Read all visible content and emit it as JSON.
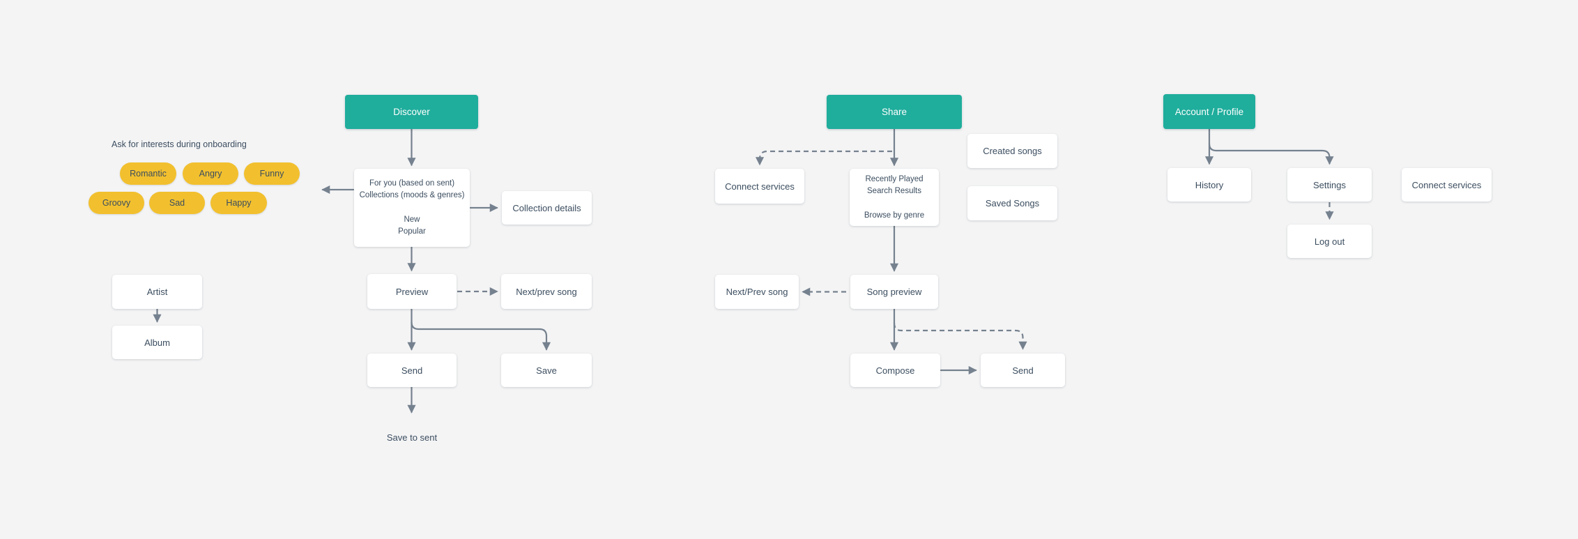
{
  "palette": {
    "background": "#f4f4f5",
    "teal": "#1fad9c",
    "yellow": "#f2c02e",
    "arrow": "#75818e",
    "text": "#3b4d5f",
    "node_bg": "#ffffff"
  },
  "annotations": {
    "onboarding_note": "Ask for interests during onboarding",
    "save_to_sent": "Save to sent"
  },
  "pills": {
    "romantic": "Romantic",
    "angry": "Angry",
    "funny": "Funny",
    "groovy": "Groovy",
    "sad": "Sad",
    "happy": "Happy"
  },
  "flows": {
    "discover": {
      "header": "Discover",
      "browse": {
        "line1": "For you (based on sent)",
        "line2": "Collections (moods & genres)",
        "line3": "New",
        "line4": "Popular"
      },
      "collection_details": "Collection details",
      "preview": "Preview",
      "next_prev_song": "Next/prev song",
      "send": "Send",
      "save": "Save",
      "artist": "Artist",
      "album": "Album"
    },
    "share": {
      "header": "Share",
      "connect_services": "Connect services",
      "browse": {
        "line1": "Recently Played",
        "line2": "Search Results",
        "line3": "Browse by genre"
      },
      "created_songs": "Created songs",
      "saved_songs": "Saved Songs",
      "next_prev_song": "Next/Prev song",
      "song_preview": "Song preview",
      "compose": "Compose",
      "send": "Send"
    },
    "account": {
      "header": "Account / Profile",
      "history": "History",
      "settings": "Settings",
      "connect_services": "Connect services",
      "log_out": "Log out"
    }
  }
}
